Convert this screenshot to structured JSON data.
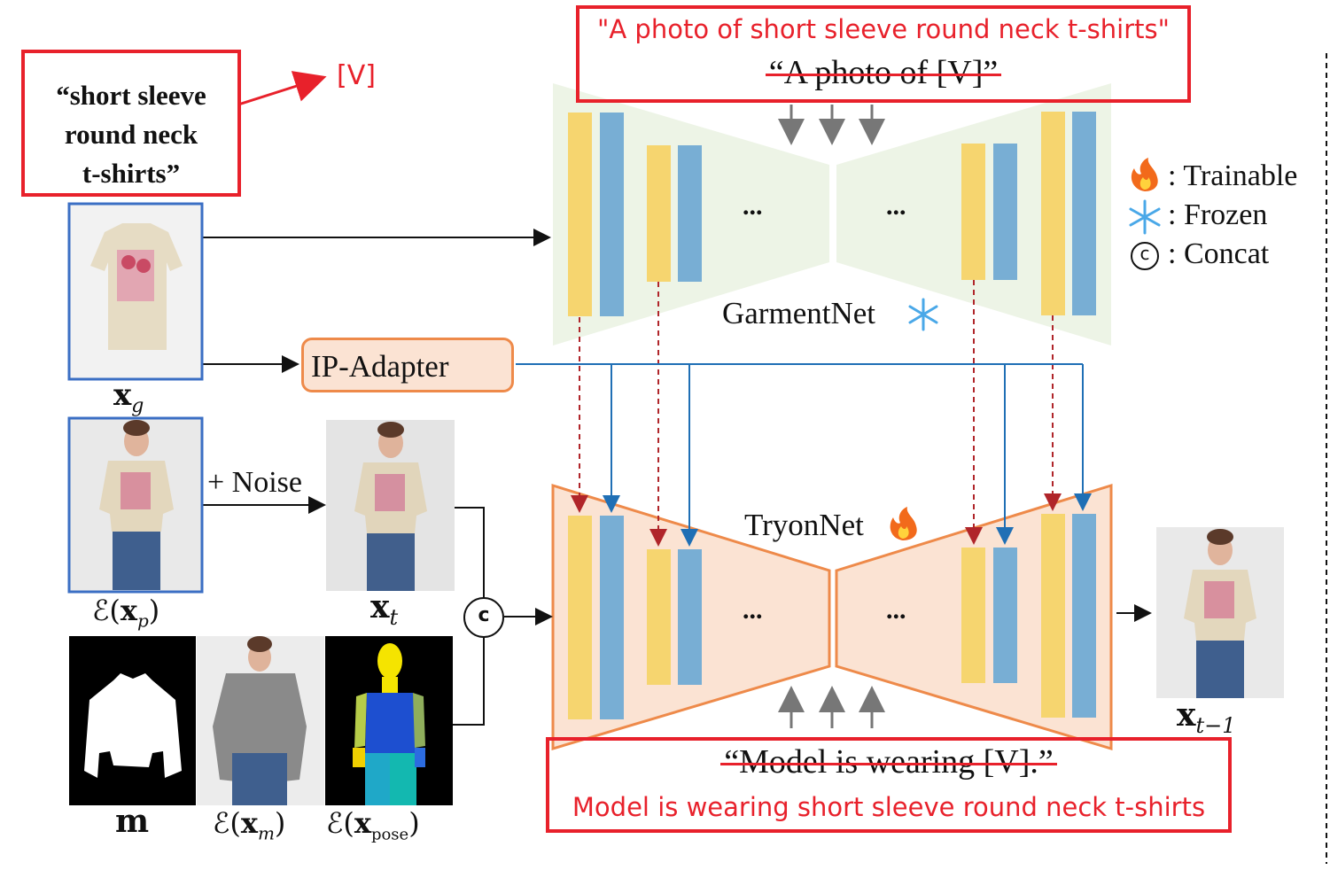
{
  "prompt_garment": {
    "new_text": "\"A photo of short sleeve round neck t-shirts\"",
    "old_text": "“A photo of [V]”"
  },
  "prompt_tryon": {
    "old_text": "“Model is wearing [V].”",
    "new_text": "Model is wearing short sleeve round neck t-shirts"
  },
  "garment_desc": {
    "line1": "“short sleeve",
    "line2": "round neck",
    "line3": "t-shirts”",
    "token": "[V]"
  },
  "legend": {
    "trainable": ": Trainable",
    "frozen": ": Frozen",
    "concat_symbol": "c",
    "concat": ": Concat"
  },
  "nets": {
    "garmentnet": "GarmentNet",
    "tryonnet": "TryonNet",
    "ip_adapter": "IP-Adapter",
    "ellipsis": "..."
  },
  "labels": {
    "xg": "x",
    "xg_sub": "g",
    "ex_p_pre": "ℰ(",
    "ex_p_x": "x",
    "ex_p_sub": "p",
    "ex_p_post": ")",
    "xt": "x",
    "xt_sub": "t",
    "m": "m",
    "ex_m_pre": "ℰ(",
    "ex_m_x": "x",
    "ex_m_sub": "m",
    "ex_m_post": ")",
    "ex_pose_pre": "ℰ(",
    "ex_pose_x": "x",
    "ex_pose_sub": "pose",
    "ex_pose_post": ")",
    "xt1": "x",
    "xt1_sub": "t−1",
    "noise": "+ Noise",
    "concat_node": "c"
  },
  "colors": {
    "annotation_red": "#e8212b",
    "garment_panel": "#edf4e6",
    "tryon_panel": "#fbe3d3",
    "tryon_border": "#ee8a4a",
    "yellow_block": "#f6d56f",
    "blue_block": "#78aed4",
    "ip_adapter_fill": "#fbe3d3",
    "adapter_line": "#1f6fb5",
    "dashed_red": "#b0252a",
    "photo_frame": "#3b6fc4"
  },
  "icons": {
    "trainable": "flame-icon",
    "frozen": "snowflake-icon",
    "concat": "circled-c-icon"
  }
}
